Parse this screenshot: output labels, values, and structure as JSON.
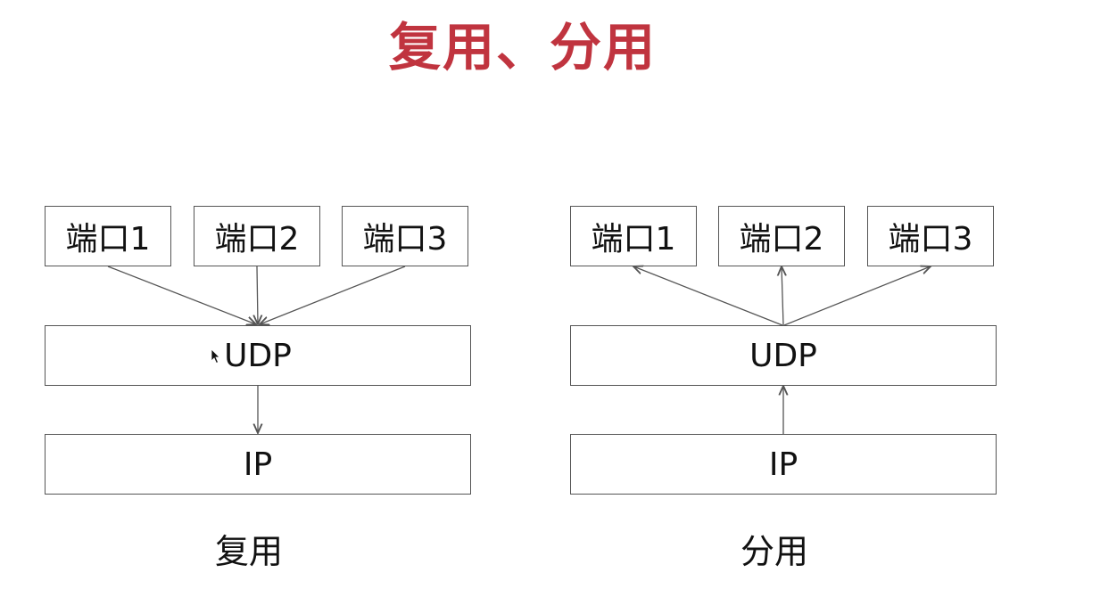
{
  "title": "复用、分用",
  "colors": {
    "title": "#c0343f",
    "box_border": "#555555",
    "arrow": "#555555"
  },
  "diagrams": [
    {
      "caption": "复用",
      "ports": [
        "端口1",
        "端口2",
        "端口3"
      ],
      "udp_label": "UDP",
      "ip_label": "IP",
      "direction": "down"
    },
    {
      "caption": "分用",
      "ports": [
        "端口1",
        "端口2",
        "端口3"
      ],
      "udp_label": "UDP",
      "ip_label": "IP",
      "direction": "up"
    }
  ],
  "icons": {
    "cursor": "mouse-pointer-icon"
  }
}
